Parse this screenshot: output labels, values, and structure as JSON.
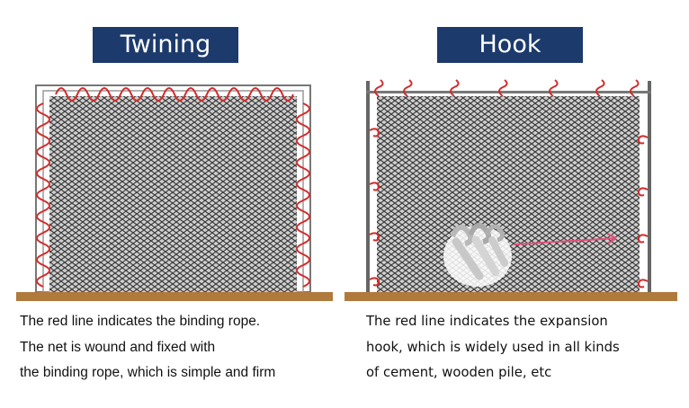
{
  "panels": {
    "left": {
      "title": "Twining",
      "caption": [
        "The red line indicates the binding rope.",
        "The net is wound and fixed with",
        "the binding rope, which is simple and firm"
      ]
    },
    "right": {
      "title": "Hook",
      "caption": [
        "The red line indicates the expansion",
        "hook, which is widely used in all kinds",
        "of cement, wooden pile, etc"
      ]
    }
  },
  "colors": {
    "title_bg": "#1c3a6b",
    "rope_red": "#d42a2a",
    "ground": "#b07a3c",
    "frame": "#666666"
  }
}
